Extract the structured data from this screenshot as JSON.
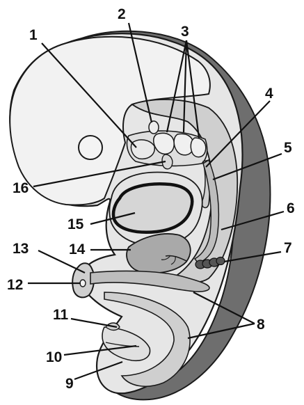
{
  "labels": {
    "l1": "1",
    "l2": "2",
    "l3": "3",
    "l4": "4",
    "l5": "5",
    "l6": "6",
    "l7": "7",
    "l8": "8",
    "l9": "9",
    "l10": "10",
    "l11": "11",
    "l12": "12",
    "l13": "13",
    "l14": "14",
    "l15": "15",
    "l16": "16"
  },
  "colors": {
    "outline": "#1a1a1a",
    "skin_light": "#e6e6e6",
    "skin_mid": "#cfcfcf",
    "skin_dark": "#6e6e6e",
    "organ_gray": "#a9a9a9",
    "background": "#ffffff"
  }
}
